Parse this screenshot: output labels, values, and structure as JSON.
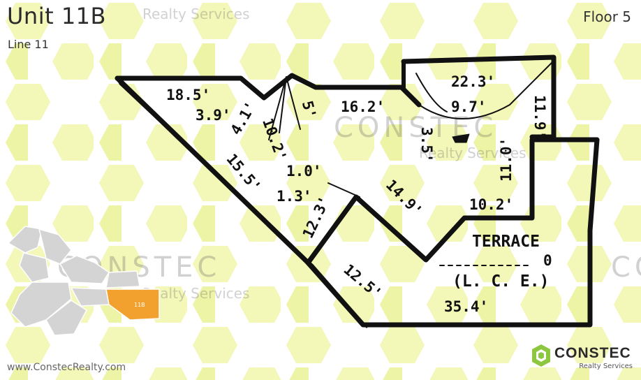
{
  "header": {
    "unit_title": "Unit 11B",
    "line_label": "Line 11",
    "floor_label": "Floor 5"
  },
  "watermark": {
    "brand": "CONSTEC",
    "tagline": "Realty Services"
  },
  "footer": {
    "website": "www.ConstecRealty.com"
  },
  "logo": {
    "name": "CONSTEC",
    "tagline": "Realty Services",
    "mark_color": "#8dc63f"
  },
  "key_plan": {
    "highlight_label": "11B",
    "highlight_color": "#f2a12e",
    "building_color": "#d4d4d4"
  },
  "floor_plan": {
    "dimensions": [
      "18.5'",
      "3.9'",
      "4.1'",
      "10.2'",
      "5'",
      "16.2'",
      "22.3'",
      "9.7'",
      "11.9'",
      "3.5'",
      "15.5'",
      "1.0'",
      "1.3'",
      "14.9'",
      "10.2'",
      "12.3'",
      "12.5'",
      "35.4'",
      "11.0'"
    ],
    "terrace_label": "TERRACE",
    "terrace_note": "(L. C. E.)",
    "terrace_marker": "0"
  },
  "colors": {
    "hex_pattern": "#f3f7b8",
    "wall": "#111111"
  }
}
